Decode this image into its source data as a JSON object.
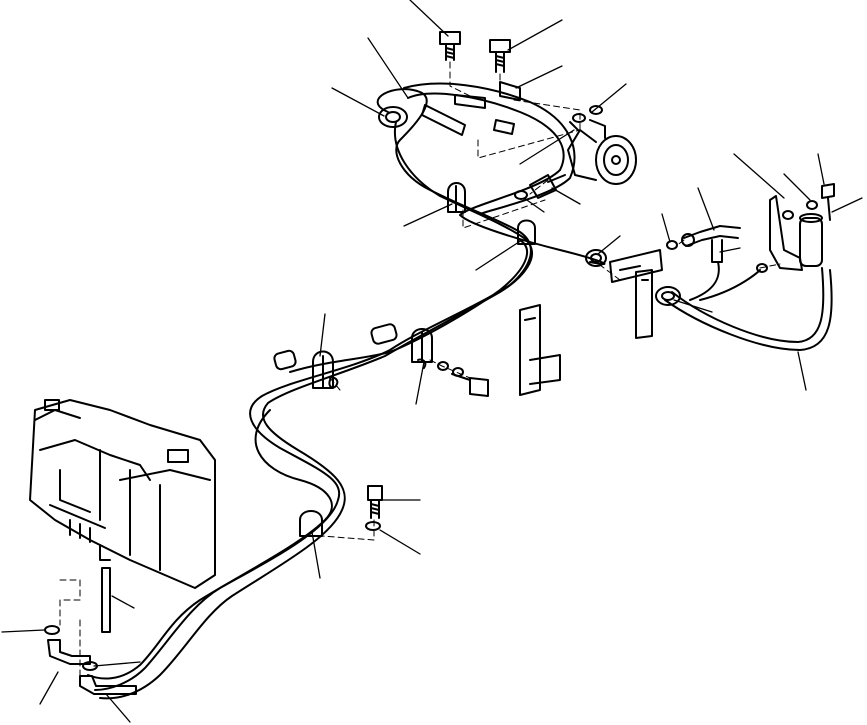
{
  "diagram": {
    "kind": "exploded-parts-diagram",
    "subject": "air-conditioner-hose-routing",
    "labels": [],
    "components": [
      "compressor",
      "receiver-drier",
      "hvac-unit",
      "suction-hose",
      "discharge-hose",
      "liquid-line",
      "hose-clamps",
      "bolts",
      "washers",
      "o-rings",
      "mounting-brackets"
    ],
    "leader_line_count": 25
  }
}
